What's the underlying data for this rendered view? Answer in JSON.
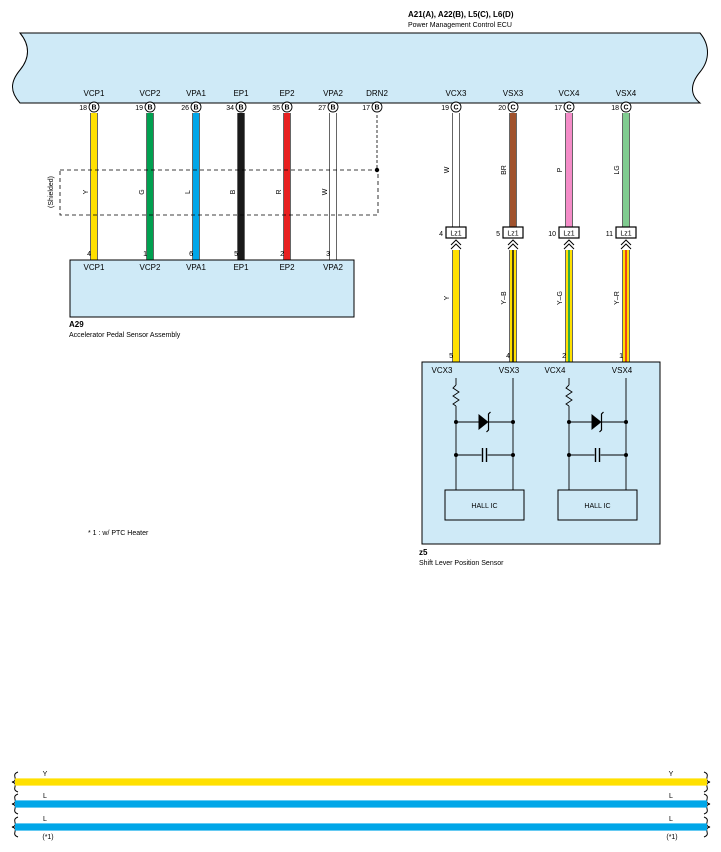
{
  "ecu": {
    "connectors": "A21(A), A22(B), L5(C), L6(D)",
    "name": "Power Management Control ECU"
  },
  "ecu_pins": [
    {
      "label": "VCP1",
      "num": "18",
      "conn": "B",
      "wire_color": "Y",
      "color": "#ffe000"
    },
    {
      "label": "VCP2",
      "num": "19",
      "conn": "B",
      "wire_color": "G",
      "color": "#00a050"
    },
    {
      "label": "VPA1",
      "num": "26",
      "conn": "B",
      "wire_color": "L",
      "color": "#00a6e8"
    },
    {
      "label": "EP1",
      "num": "34",
      "conn": "B",
      "wire_color": "B",
      "color": "#1a1a1a"
    },
    {
      "label": "EP2",
      "num": "35",
      "conn": "B",
      "wire_color": "R",
      "color": "#e82020"
    },
    {
      "label": "VPA2",
      "num": "27",
      "conn": "B",
      "wire_color": "W",
      "color": "#ffffff"
    },
    {
      "label": "DRN2",
      "num": "17",
      "conn": "B"
    },
    {
      "label": "VCX3",
      "num": "19",
      "conn": "C",
      "wire_color": "W",
      "color": "#ffffff"
    },
    {
      "label": "VSX3",
      "num": "20",
      "conn": "C",
      "wire_color": "BR",
      "color": "#a0522d"
    },
    {
      "label": "VCX4",
      "num": "17",
      "conn": "C",
      "wire_color": "P",
      "color": "#f48cc8"
    },
    {
      "label": "VSX4",
      "num": "18",
      "conn": "C",
      "wire_color": "LG",
      "color": "#80cc90"
    }
  ],
  "shielded_label": "(Shielded)",
  "a29": {
    "code": "A29",
    "name": "Accelerator Pedal Sensor Assembly",
    "pins": [
      {
        "label": "VCP1",
        "num": "4"
      },
      {
        "label": "VCP2",
        "num": "1"
      },
      {
        "label": "VPA1",
        "num": "6"
      },
      {
        "label": "EP1",
        "num": "5"
      },
      {
        "label": "EP2",
        "num": "2"
      },
      {
        "label": "VPA2",
        "num": "3"
      }
    ]
  },
  "junctions": [
    {
      "num": "4",
      "label": "Lz1"
    },
    {
      "num": "5",
      "label": "Lz1"
    },
    {
      "num": "10",
      "label": "Lz1"
    },
    {
      "num": "11",
      "label": "Lz1"
    }
  ],
  "lower_wires": [
    {
      "code": "Y",
      "color": "#ffe000"
    },
    {
      "code": "Y–B",
      "color": "#ffe000",
      "stripe": "#1a1a1a"
    },
    {
      "code": "Y–G",
      "color": "#ffe000",
      "stripe": "#00a050"
    },
    {
      "code": "Y–R",
      "color": "#ffe000",
      "stripe": "#e82020"
    }
  ],
  "z5": {
    "code": "z5",
    "name": "Shift Lever Position Sensor",
    "pins": [
      {
        "label": "VCX3",
        "num": "5"
      },
      {
        "label": "VSX3",
        "num": "4"
      },
      {
        "label": "VCX4",
        "num": "2"
      },
      {
        "label": "VSX4",
        "num": "1"
      }
    ],
    "ic_label": "HALL IC"
  },
  "footnote": "* 1 : w/ PTC Heater",
  "bottom_lines": [
    {
      "left": "Y",
      "right": "Y",
      "color": "#ffe000",
      "note": ""
    },
    {
      "left": "L",
      "right": "L",
      "color": "#00a6e8",
      "note": ""
    },
    {
      "left": "L",
      "right": "L",
      "color": "#00a6e8",
      "note": "(*1)"
    }
  ],
  "colors": {
    "body_fill": "#cfeaf7",
    "outline": "#000000"
  }
}
